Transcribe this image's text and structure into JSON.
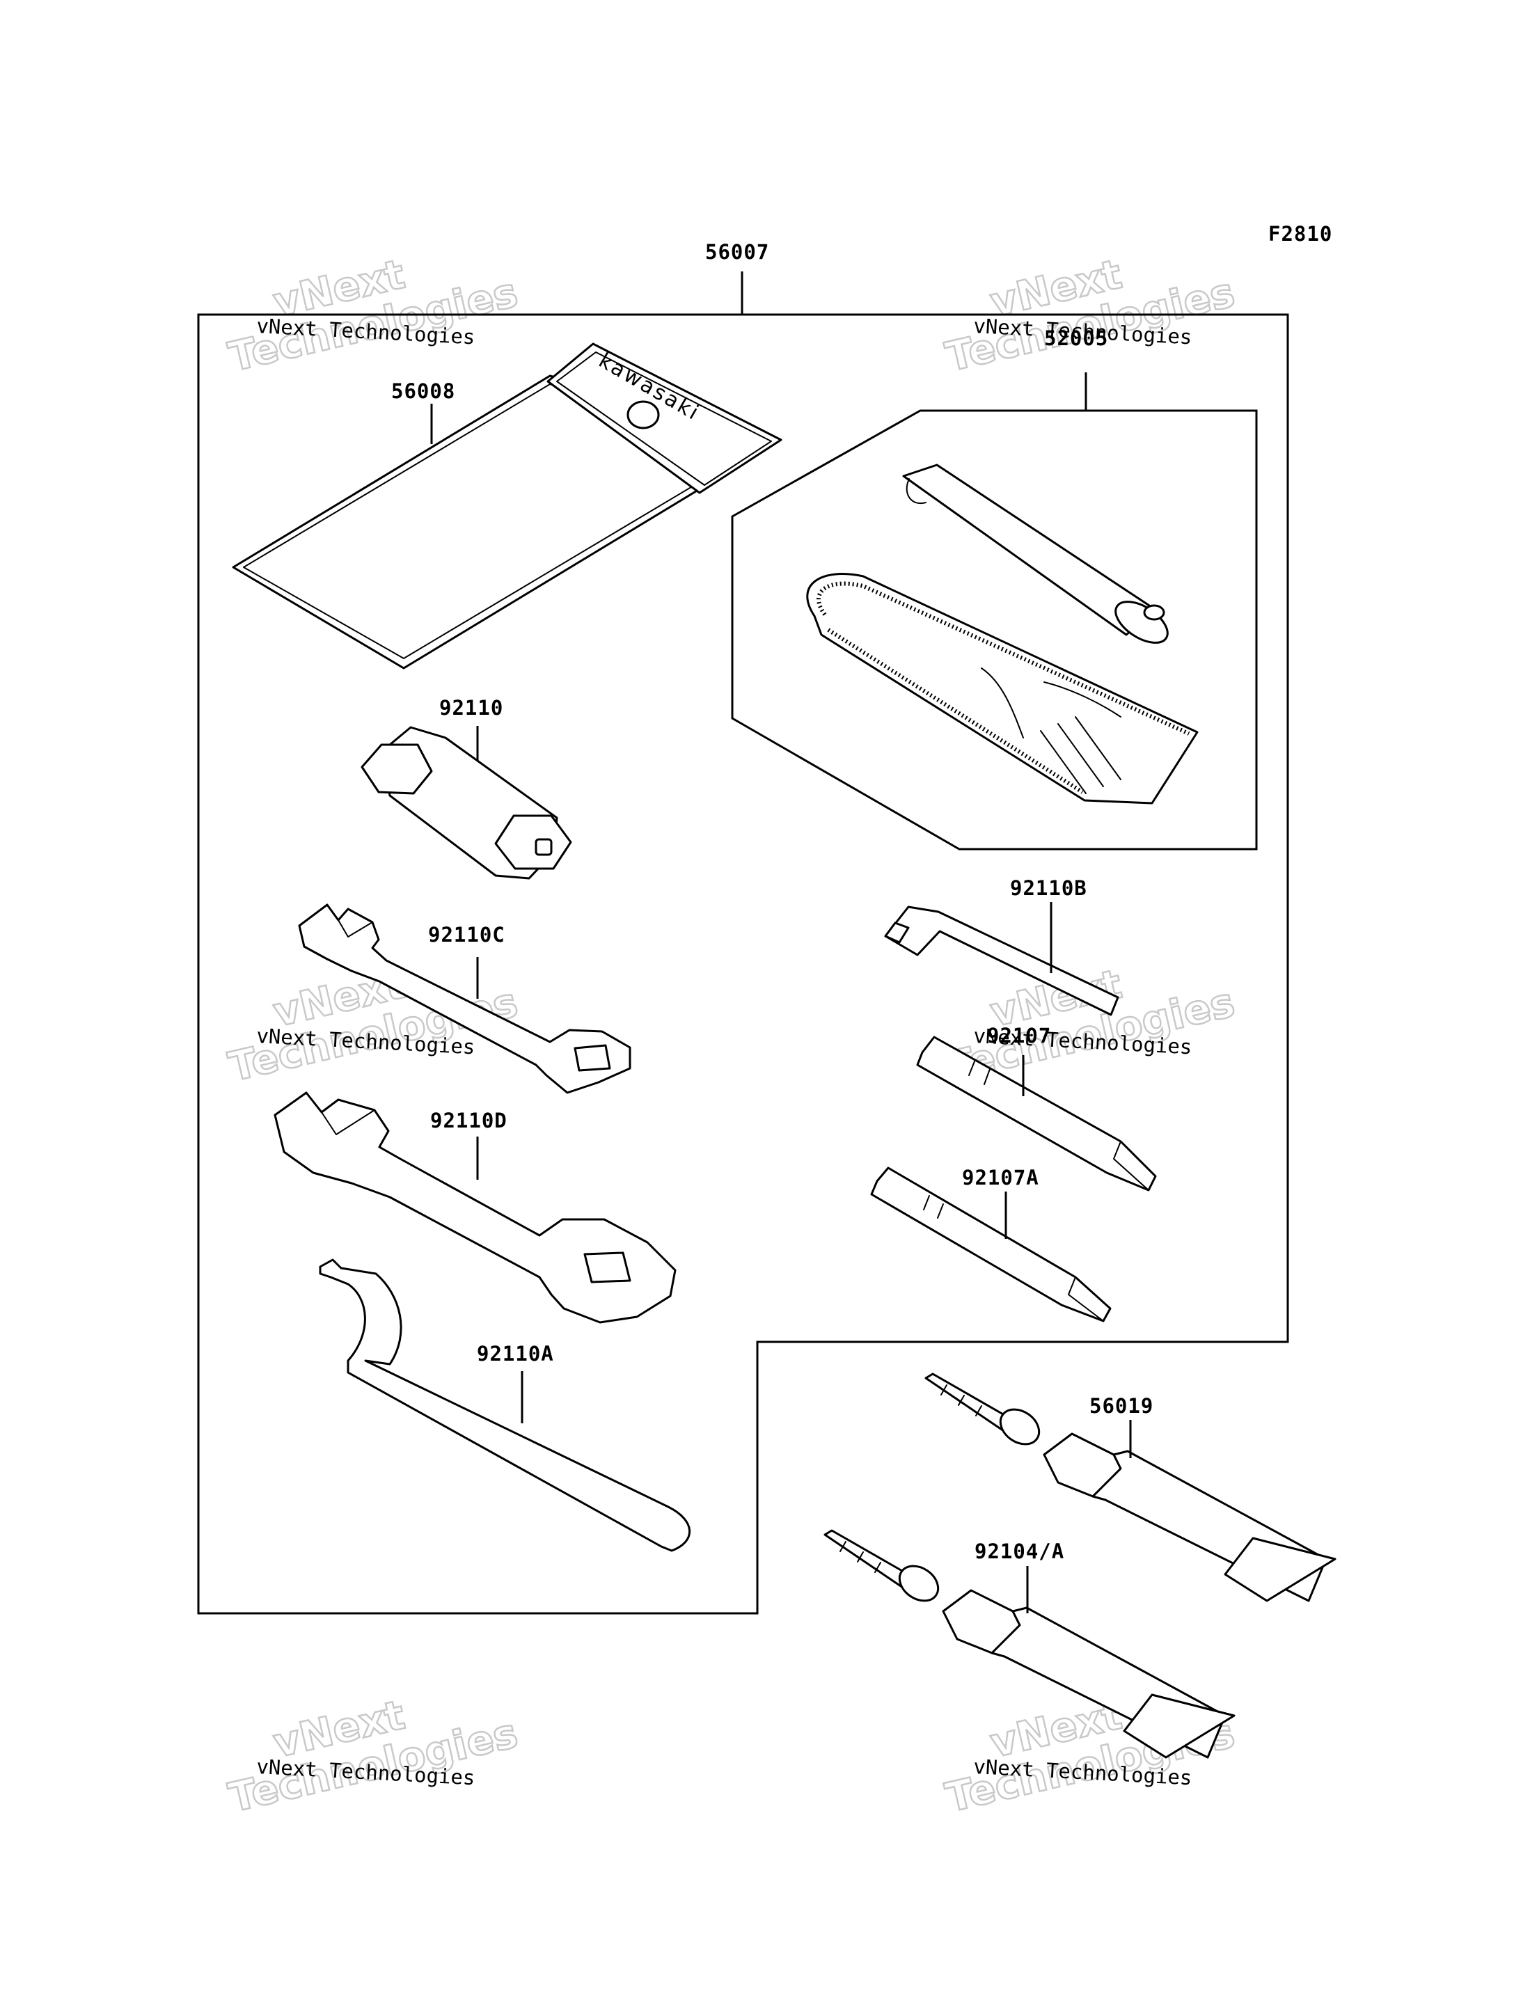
{
  "figure_code": "F2810",
  "labels": {
    "kit": "56007",
    "pouch": "56008",
    "tire_repair_kit": "52005",
    "plug_wrench": "92110",
    "hex_key": "92110B",
    "wrench_small": "92110C",
    "screwdriver": "92107",
    "wrench_large": "92110D",
    "screwdriver_2": "92107A",
    "hook_spanner": "92110A",
    "grease_tube": "56019",
    "grease_tube_2": "92104/A"
  },
  "brand_text": "kawasaki",
  "watermark": {
    "line1": "vNext Technologies",
    "big_line1": "vNext",
    "big_line2": "Technologies"
  }
}
